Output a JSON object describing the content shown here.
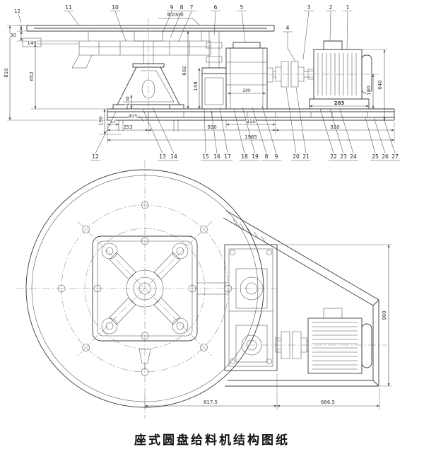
{
  "title": "座式圆盘给料机结构图纸",
  "colors": {
    "line": "#3c3c3c",
    "dim": "#4a4a4a",
    "background": "#ffffff"
  },
  "elevation": {
    "callouts_top": [
      "11",
      "10",
      "9",
      "8",
      "7",
      "6",
      "5",
      "4",
      "3",
      "2",
      "1"
    ],
    "callouts_bottom": [
      "12",
      "13",
      "14",
      "15",
      "16",
      "17",
      "18",
      "19",
      "8",
      "9",
      "20",
      "21",
      "22",
      "23",
      "24",
      "25",
      "26",
      "27"
    ],
    "dims": {
      "disc_diameter": "Φ2000",
      "lip": "12",
      "edge": "30",
      "boxed": "140",
      "total_height": "810",
      "arm_height": "652",
      "shaft_height": "602",
      "housing_height": "148",
      "pedestal_gap": "100",
      "base_height": "190",
      "anchor": "Φ25",
      "foot": "51",
      "foot_span": "253",
      "left_span": "920",
      "right_span": "920",
      "total_length": "1965",
      "reducer_span": "310",
      "reducer_width": "200",
      "motor_span": "203",
      "motor_shaft_height": "180",
      "motor_height": "640"
    }
  },
  "plan": {
    "dims": {
      "left_span": "817.5",
      "right_span": "666.5",
      "frame_height": "900"
    }
  }
}
